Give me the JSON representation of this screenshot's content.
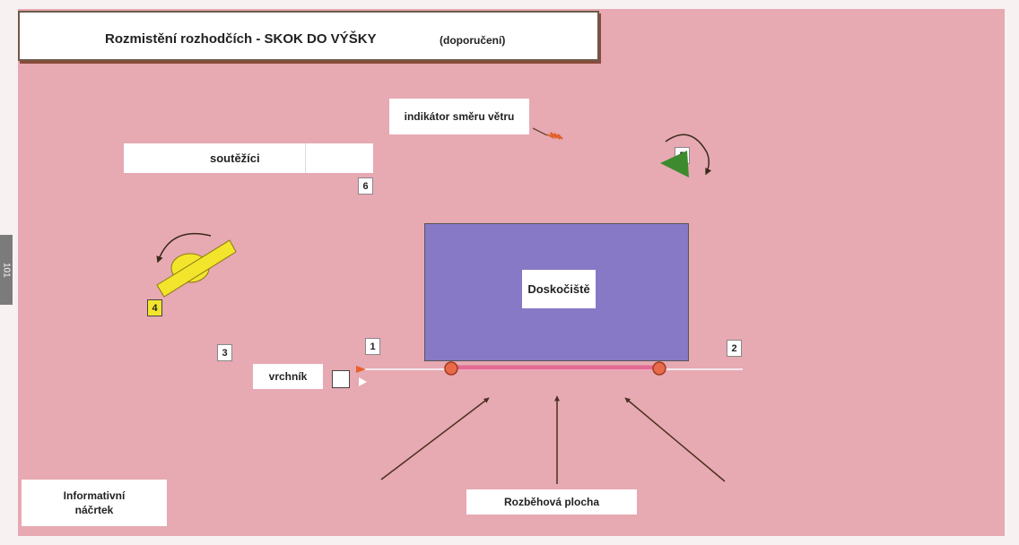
{
  "title": {
    "main": "Rozmistění rozhodčích  -  SKOK DO VÝŠKY",
    "sub": "(doporučení)"
  },
  "page_number": "101",
  "labels": {
    "wind_indicator": "indikátor směru větru",
    "competitors": "soutěžíci",
    "landing_area": "Doskočiště",
    "chief_judge": "vrchník",
    "runway": "Rozběhová plocha",
    "sketch_note_line1": "Informativní",
    "sketch_note_line2": "náčrtek"
  },
  "positions": {
    "p1": "1",
    "p2": "2",
    "p3": "3",
    "p4": "4",
    "p5": "5",
    "p6": "6"
  },
  "colors": {
    "background": "#e7a9b2",
    "landing_area": "#8779c6",
    "bar": "#e36a92",
    "yellow_marker": "#f3e52c",
    "green_marker": "#3e8a2e",
    "arrow": "#4a3020"
  }
}
